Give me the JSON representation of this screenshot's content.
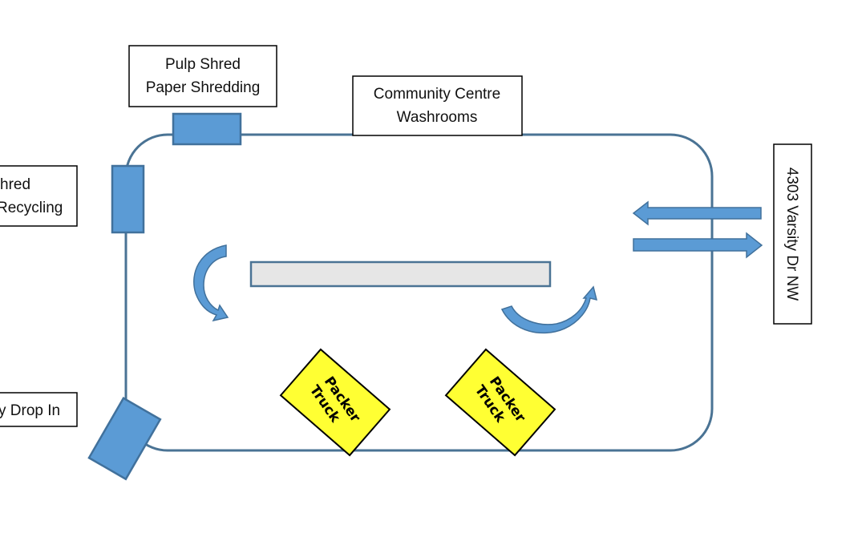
{
  "colors": {
    "loop": "#4a7394",
    "station": "#5b9bd5",
    "station_border": "#41719c",
    "truck": "#ffff33",
    "bar": "#e6e6e6"
  },
  "labels": {
    "pulp_shred": [
      "Pulp Shred",
      "Paper Shredding"
    ],
    "community_centre": [
      "Community Centre",
      "Washrooms"
    ],
    "left_recycling": [
      "hred",
      "Recycling"
    ],
    "left_drop_in": "y Drop In",
    "address": "4303 Varsity Dr NW"
  },
  "trucks": [
    {
      "lines": [
        "Packer",
        "Truck"
      ]
    },
    {
      "lines": [
        "Packer",
        "Truck"
      ]
    }
  ]
}
